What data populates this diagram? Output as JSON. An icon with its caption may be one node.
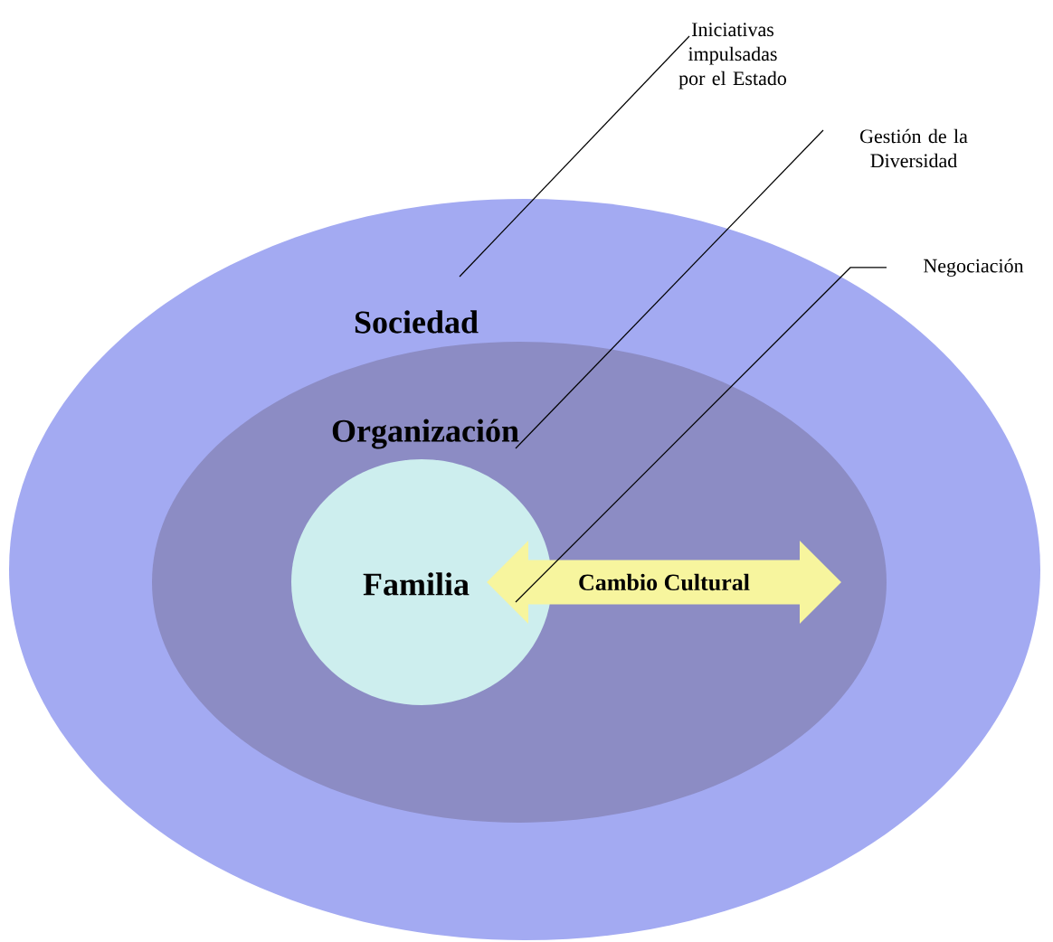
{
  "diagram": {
    "nodes": [
      {
        "text": [
          "Sociedad"
        ]
      },
      {
        "text": [
          "Organización"
        ],
        "in": 0
      },
      {
        "text": [
          "Familia"
        ],
        "in": 1
      },
      {
        "text": [
          "Cambio Cultural"
        ],
        "in": 1
      },
      {
        "text": [
          "Iniciativas impulsadas por el Estado"
        ]
      },
      {
        "text": [
          "Gestión de la Diversidad"
        ]
      },
      {
        "text": [
          "Negociación"
        ]
      }
    ],
    "edges": [
      {
        "from": 4,
        "to": 0,
        "arrow": "none"
      },
      {
        "from": 5,
        "to": 1,
        "arrow": "none"
      },
      {
        "from": 6,
        "to": 3,
        "arrow": "none"
      }
    ]
  }
}
